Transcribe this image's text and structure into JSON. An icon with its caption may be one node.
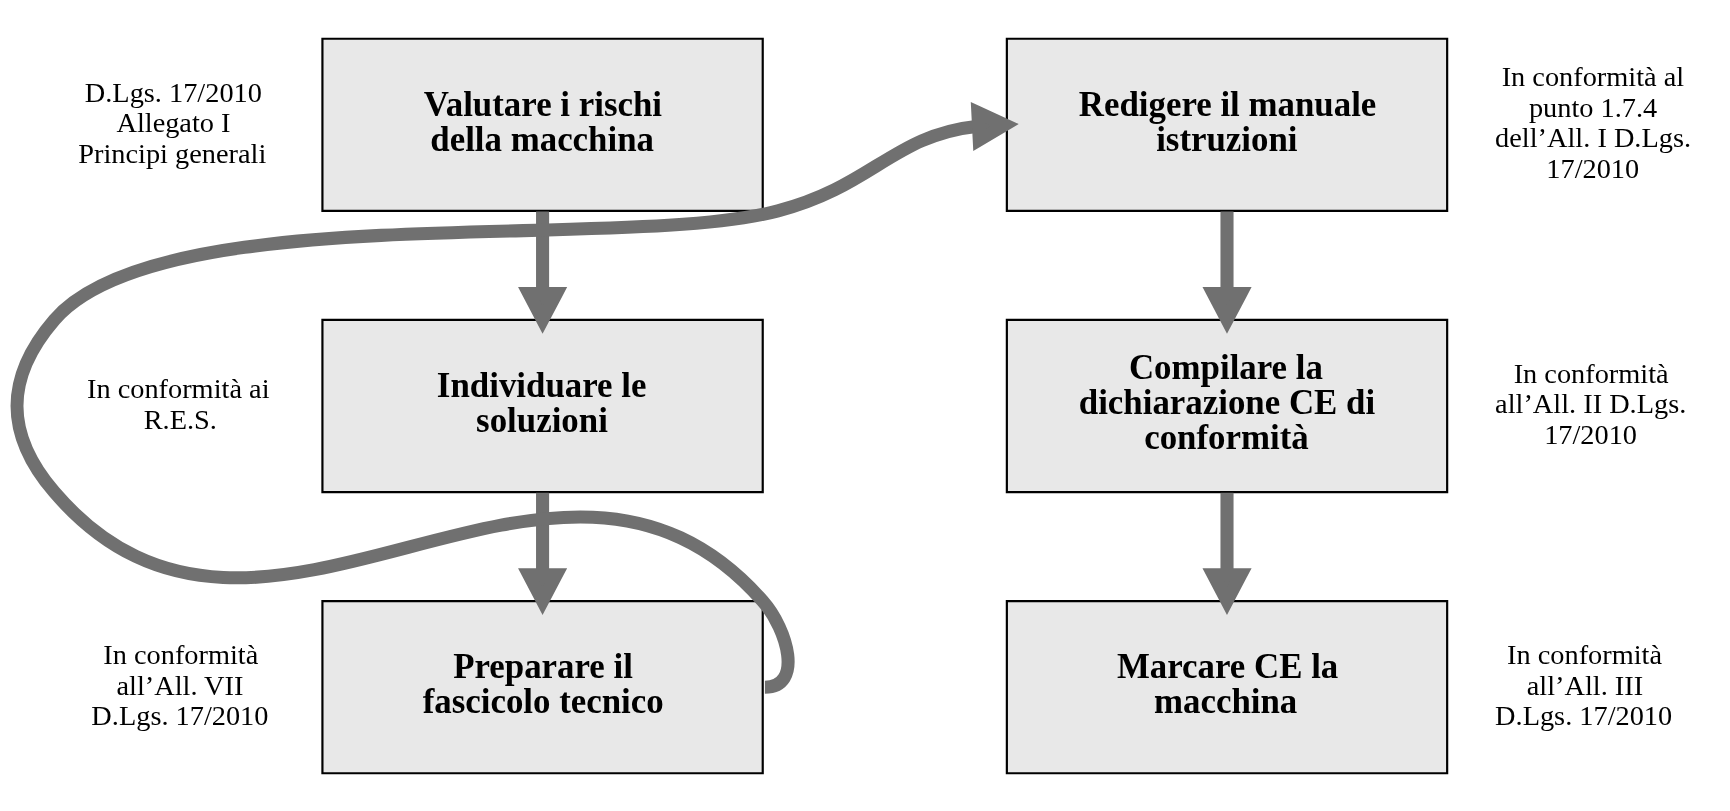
{
  "diagram": {
    "nodes": [
      {
        "text": [
          "Valutare i rischi della macchina"
        ],
        "beside": [
          "D.Lgs. 17/2010 Allegato I Principi generali"
        ]
      },
      {
        "text": [
          "Individuare le soluzioni"
        ],
        "beside": [
          "In conformità ai R.E.S."
        ]
      },
      {
        "text": [
          "Preparare il fascicolo tecnico"
        ],
        "beside": [
          "In conformità all’All. VII D.Lgs. 17/2010"
        ]
      },
      {
        "text": [
          "Redigere il manuale istruzioni"
        ],
        "beside": [
          "In conformità al punto 1.7.4 dell’All. I D.Lgs. 17/2010"
        ]
      },
      {
        "text": [
          "Compilare la dichiarazione CE di conformità"
        ],
        "beside": [
          "In conformità all’All. II D.Lgs. 17/2010"
        ]
      },
      {
        "text": [
          "Marcare CE la macchina"
        ],
        "beside": [
          "In conformità all’All. III D.Lgs. 17/2010"
        ]
      }
    ],
    "edges": [
      {
        "from": 0,
        "to": 1,
        "arrow": "to"
      },
      {
        "from": 1,
        "to": 2,
        "arrow": "to"
      },
      {
        "from": 2,
        "to": 3,
        "arrow": "to"
      },
      {
        "from": 3,
        "to": 4,
        "arrow": "to"
      },
      {
        "from": 4,
        "to": 5,
        "arrow": "to"
      }
    ]
  }
}
